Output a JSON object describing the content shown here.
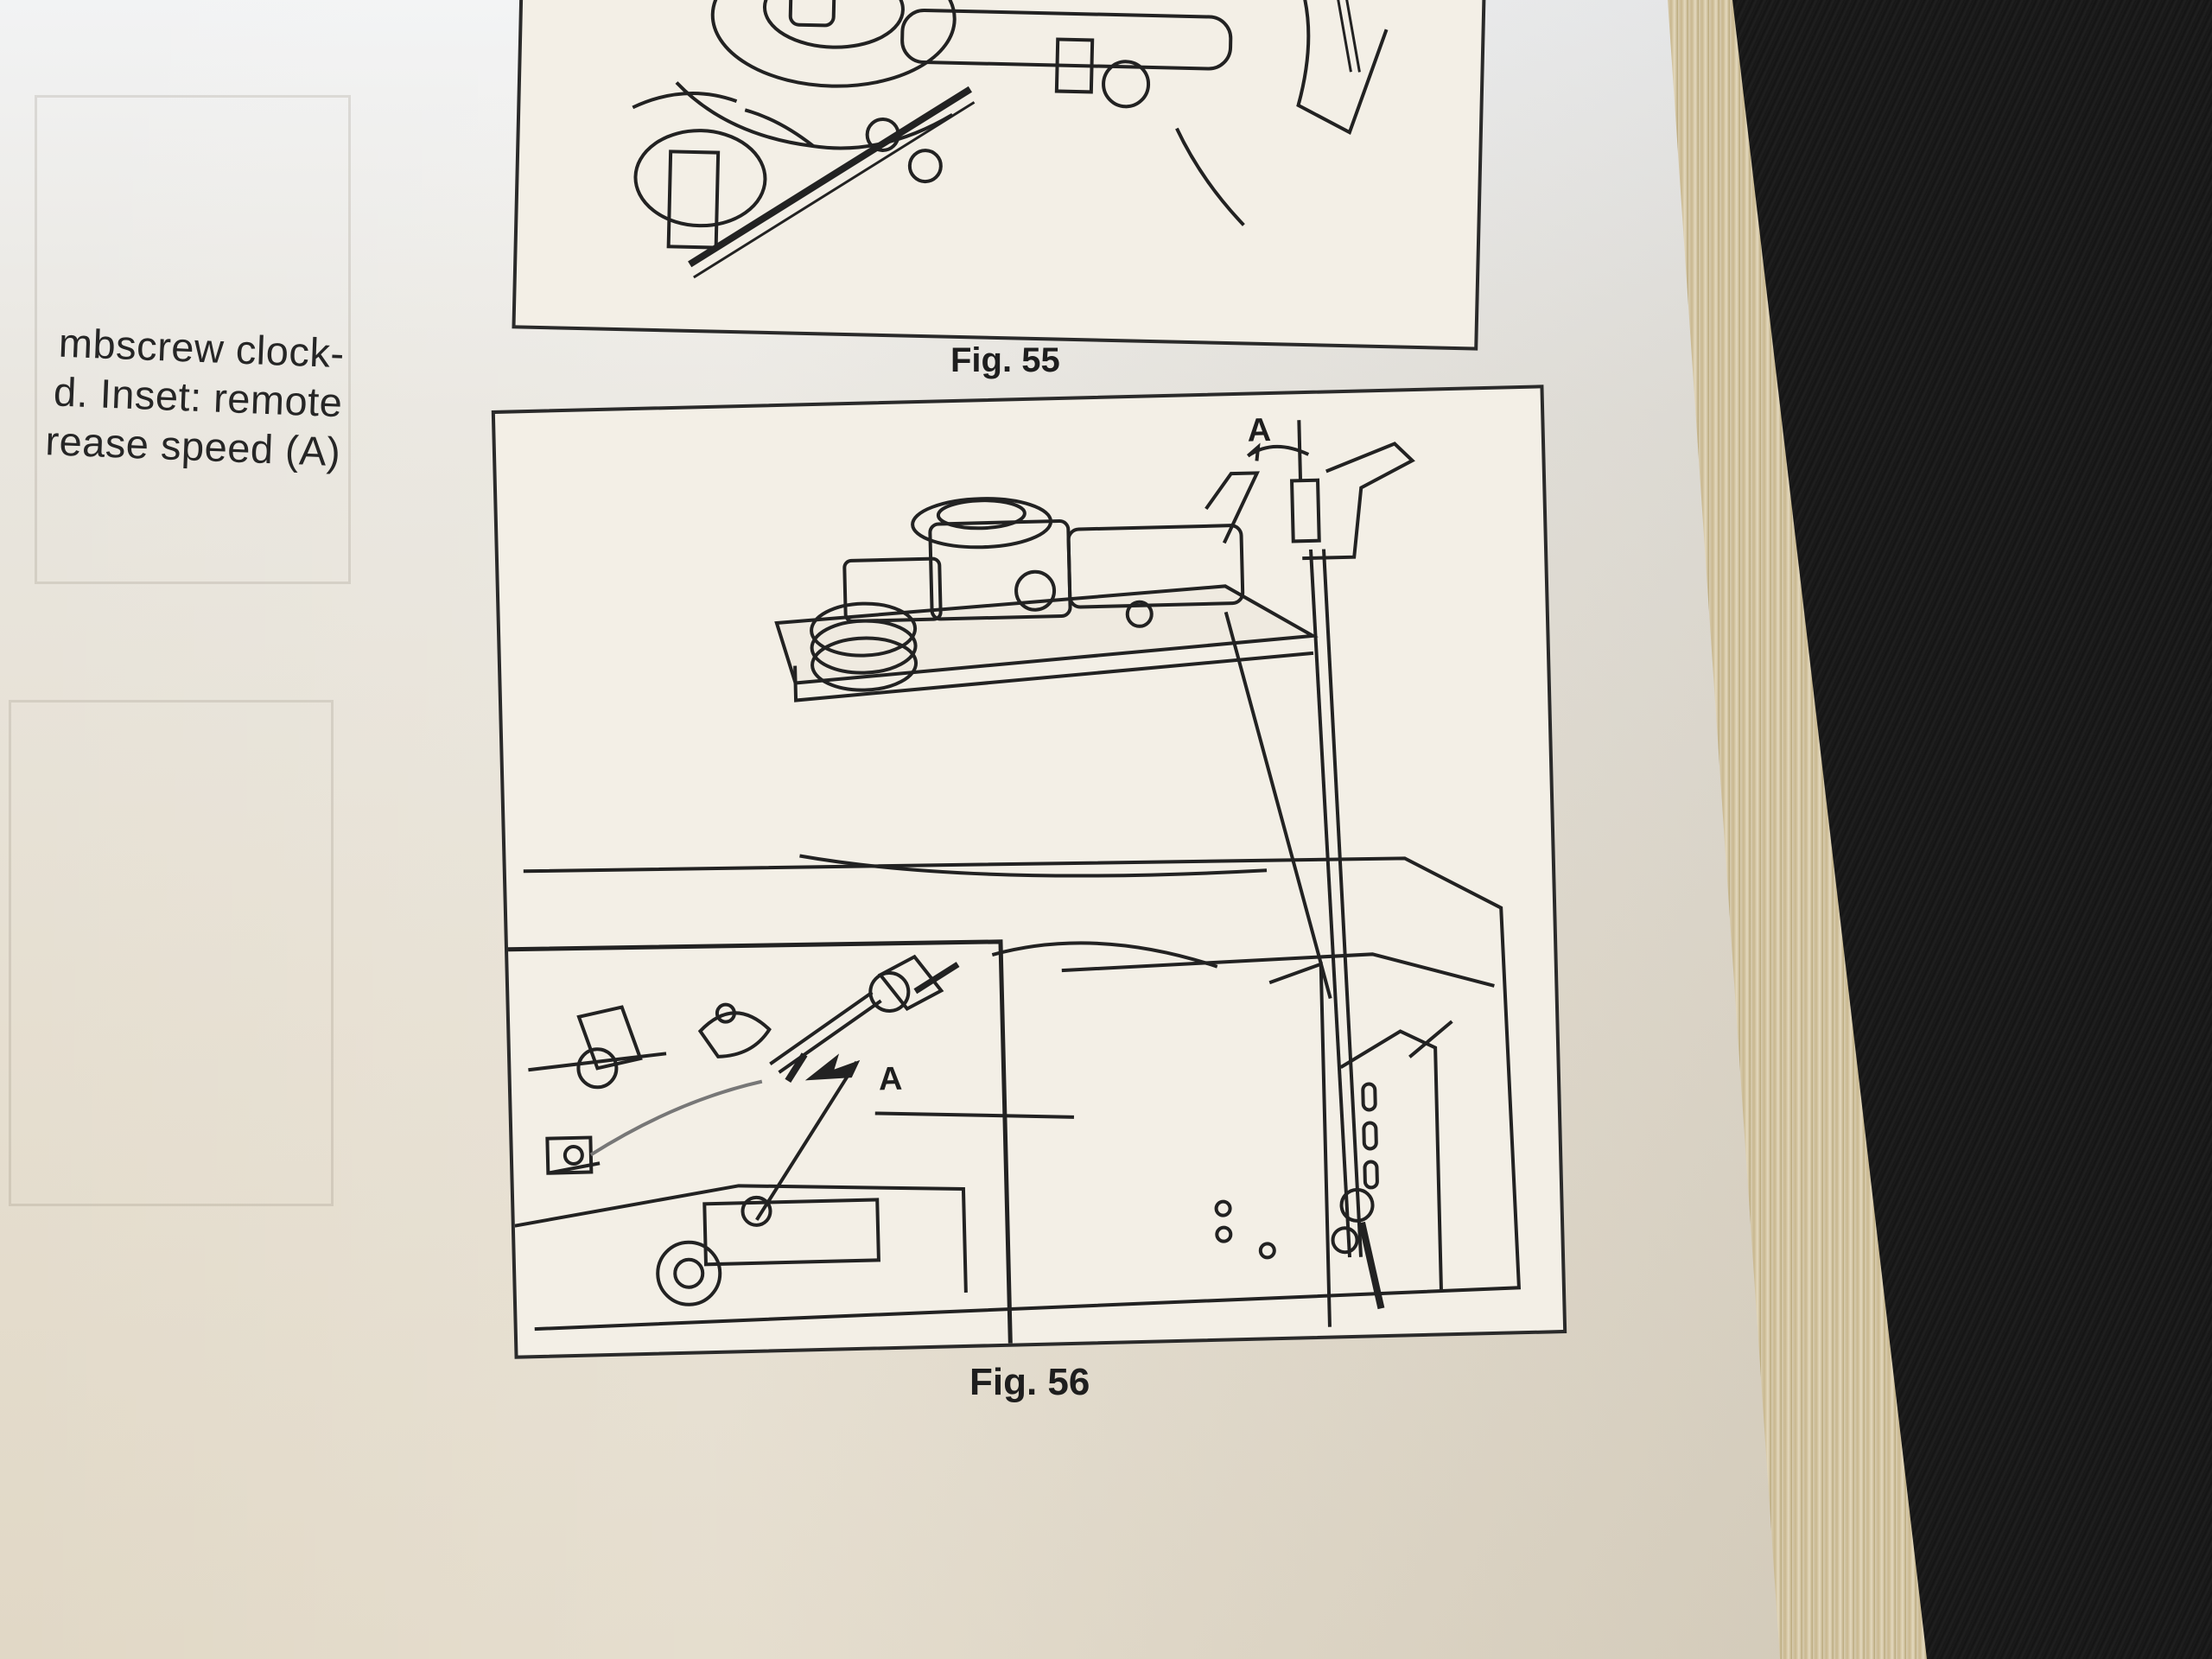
{
  "left_text": {
    "line1": "mbscrew clock-",
    "line2": "d. Inset: remote",
    "line3": "rease speed (A)"
  },
  "figures": [
    {
      "caption": "Fig. 55"
    },
    {
      "caption": "Fig. 56",
      "callouts": {
        "top": "A",
        "inset": "A"
      }
    }
  ]
}
